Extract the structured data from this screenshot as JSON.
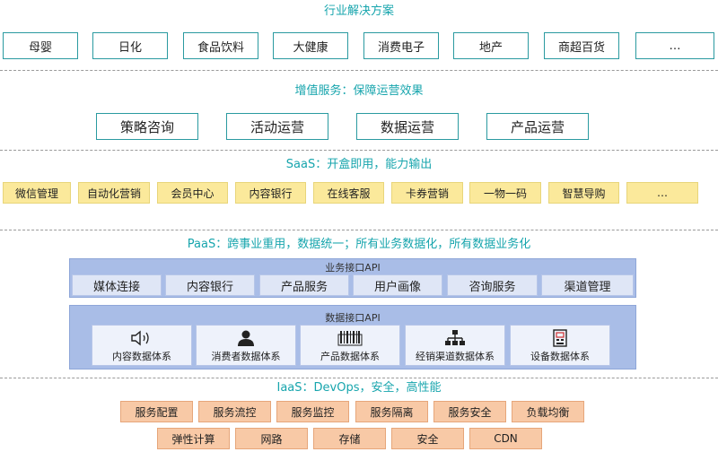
{
  "industry": {
    "title": "行业解决方案",
    "items": [
      "母婴",
      "日化",
      "食品饮料",
      "大健康",
      "消费电子",
      "地产",
      "商超百货",
      "…"
    ]
  },
  "value_services": {
    "title": "增值服务：保障运营效果",
    "items": [
      "策略咨询",
      "活动运营",
      "数据运营",
      "产品运营"
    ]
  },
  "saas": {
    "title": "SaaS：开盒即用，能力输出",
    "items": [
      "微信管理",
      "自动化营销",
      "会员中心",
      "内容银行",
      "在线客服",
      "卡券营销",
      "一物一码",
      "智慧导购",
      "…"
    ]
  },
  "paas": {
    "title": "PaaS：跨事业重用，数据统一；所有业务数据化，所有数据业务化",
    "business_api": {
      "title": "业务接口API",
      "items": [
        "媒体连接",
        "内容银行",
        "产品服务",
        "用户画像",
        "咨询服务",
        "渠道管理"
      ]
    },
    "data_api": {
      "title": "数据接口API",
      "items": [
        {
          "label": "内容数据体系",
          "icon": "speaker-icon"
        },
        {
          "label": "消费者数据体系",
          "icon": "person-icon"
        },
        {
          "label": "产品数据体系",
          "icon": "barcode-icon"
        },
        {
          "label": "经销渠道数据体系",
          "icon": "hierarchy-icon"
        },
        {
          "label": "设备数据体系",
          "icon": "device-icon"
        }
      ]
    }
  },
  "iaas": {
    "title": "IaaS：DevOps，安全，高性能",
    "row1": [
      "服务配置",
      "服务流控",
      "服务监控",
      "服务隔离",
      "服务安全",
      "负载均衡"
    ],
    "row2": [
      "弹性计算",
      "网路",
      "存储",
      "安全",
      "CDN"
    ]
  },
  "colors": {
    "accent": "#17a5ad",
    "saas_fill": "#fbe99b",
    "paas_fill": "#a9bde7",
    "iaas_fill": "#f8c9a6"
  }
}
